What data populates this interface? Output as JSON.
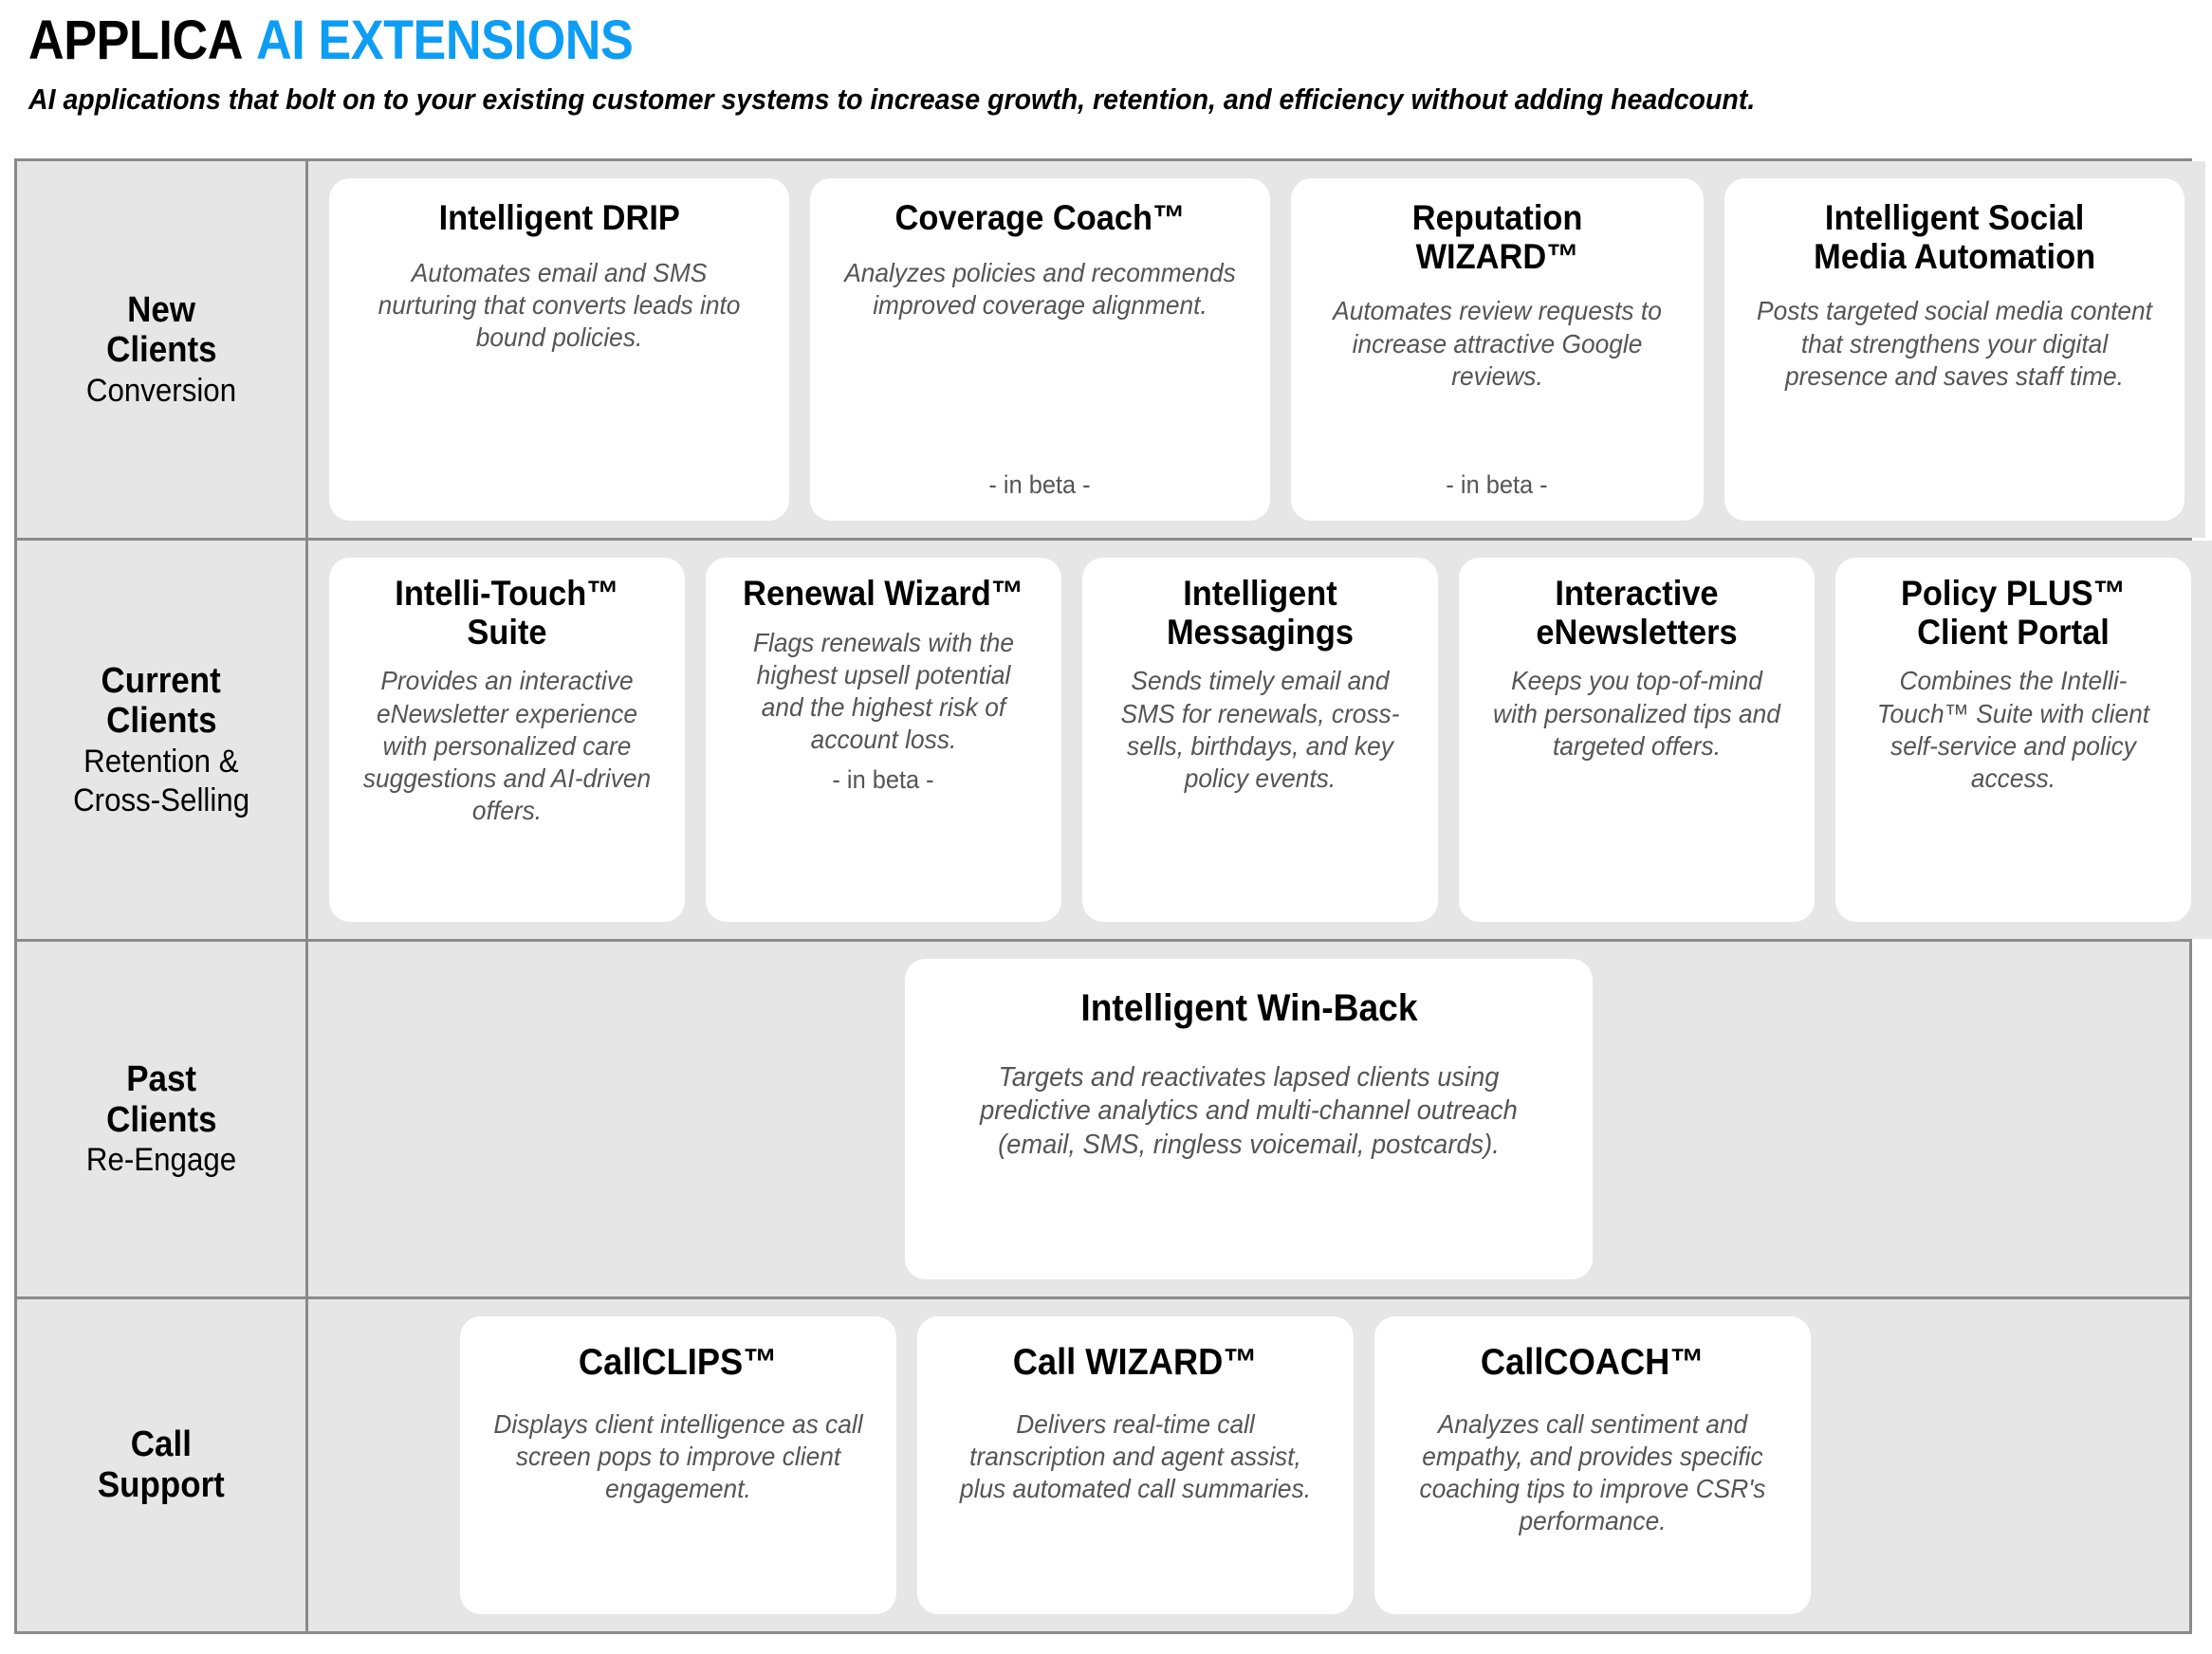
{
  "header": {
    "title_black": "APPLICA",
    "title_accent": "AI EXTENSIONS",
    "accent_color": "#0D9DF5",
    "subtitle": "AI applications that bolt on to your existing customer systems to increase growth, retention, and efficiency without adding headcount."
  },
  "matrix": {
    "border_color": "#8a8a8a",
    "cell_bg": "#e6e6e6",
    "card_bg": "#ffffff",
    "rows": [
      {
        "label_main": "New\nClients",
        "label_main_line1": "New",
        "label_main_line2": "Clients",
        "label_sub": "Conversion",
        "cards": [
          {
            "title": "Intelligent DRIP",
            "desc": "Automates email and SMS nurturing that converts leads into bound policies.",
            "beta": ""
          },
          {
            "title": "Coverage Coach™",
            "desc": "Analyzes policies and recommends improved coverage alignment.",
            "beta": "- in beta -"
          },
          {
            "title_line1": "Reputation",
            "title_line2": "WIZARD™",
            "title": "Reputation WIZARD™",
            "desc": "Automates review requests to increase attractive Google reviews.",
            "beta": "- in beta -"
          },
          {
            "title_line1": "Intelligent Social",
            "title_line2": "Media Automation",
            "title": "Intelligent Social Media Automation",
            "desc": "Posts targeted social media content that strengthens your digital presence and saves staff time.",
            "beta": ""
          }
        ]
      },
      {
        "label_main_line1": "Current",
        "label_main_line2": "Clients",
        "label_sub_line1": "Retention &",
        "label_sub_line2": "Cross-Selling",
        "label_sub": "Retention & Cross-Selling",
        "cards": [
          {
            "title": "Intelli-Touch™ Suite",
            "desc": "Provides an interactive eNewsletter experience with personalized care suggestions and AI-driven offers.",
            "beta": ""
          },
          {
            "title": "Renewal Wizard™",
            "desc": "Flags renewals with the highest upsell potential and the highest risk of account loss.",
            "beta": "- in beta -"
          },
          {
            "title": "Intelligent Messagings",
            "desc": "Sends timely email and SMS for renewals, cross-sells, birthdays, and key policy events.",
            "beta": ""
          },
          {
            "title": "Interactive eNewsletters",
            "desc": "Keeps you top-of-mind with personalized tips and targeted offers.",
            "beta": ""
          },
          {
            "title": "Policy PLUS™ Client Portal",
            "desc": "Combines the Intelli-Touch™ Suite with client self-service and policy access.",
            "beta": ""
          }
        ]
      },
      {
        "label_main_line1": "Past",
        "label_main_line2": "Clients",
        "label_sub": "Re-Engage",
        "cards": [
          {
            "title": "Intelligent Win-Back",
            "desc": "Targets and reactivates lapsed clients using predictive analytics and multi-channel outreach (email, SMS, ringless voicemail, postcards).",
            "beta": ""
          }
        ]
      },
      {
        "label_main_line1": "Call",
        "label_main_line2": "Support",
        "label_sub": "",
        "cards": [
          {
            "title": "CallCLIPS™",
            "desc": "Displays client intelligence as call screen pops to improve client engagement.",
            "beta": ""
          },
          {
            "title": "Call WIZARD™",
            "desc": "Delivers real-time call transcription and agent assist, plus automated call summaries.",
            "beta": ""
          },
          {
            "title": "CallCOACH™",
            "desc": "Analyzes call sentiment and empathy, and provides specific coaching tips to improve CSR's performance.",
            "beta": ""
          }
        ]
      }
    ]
  }
}
